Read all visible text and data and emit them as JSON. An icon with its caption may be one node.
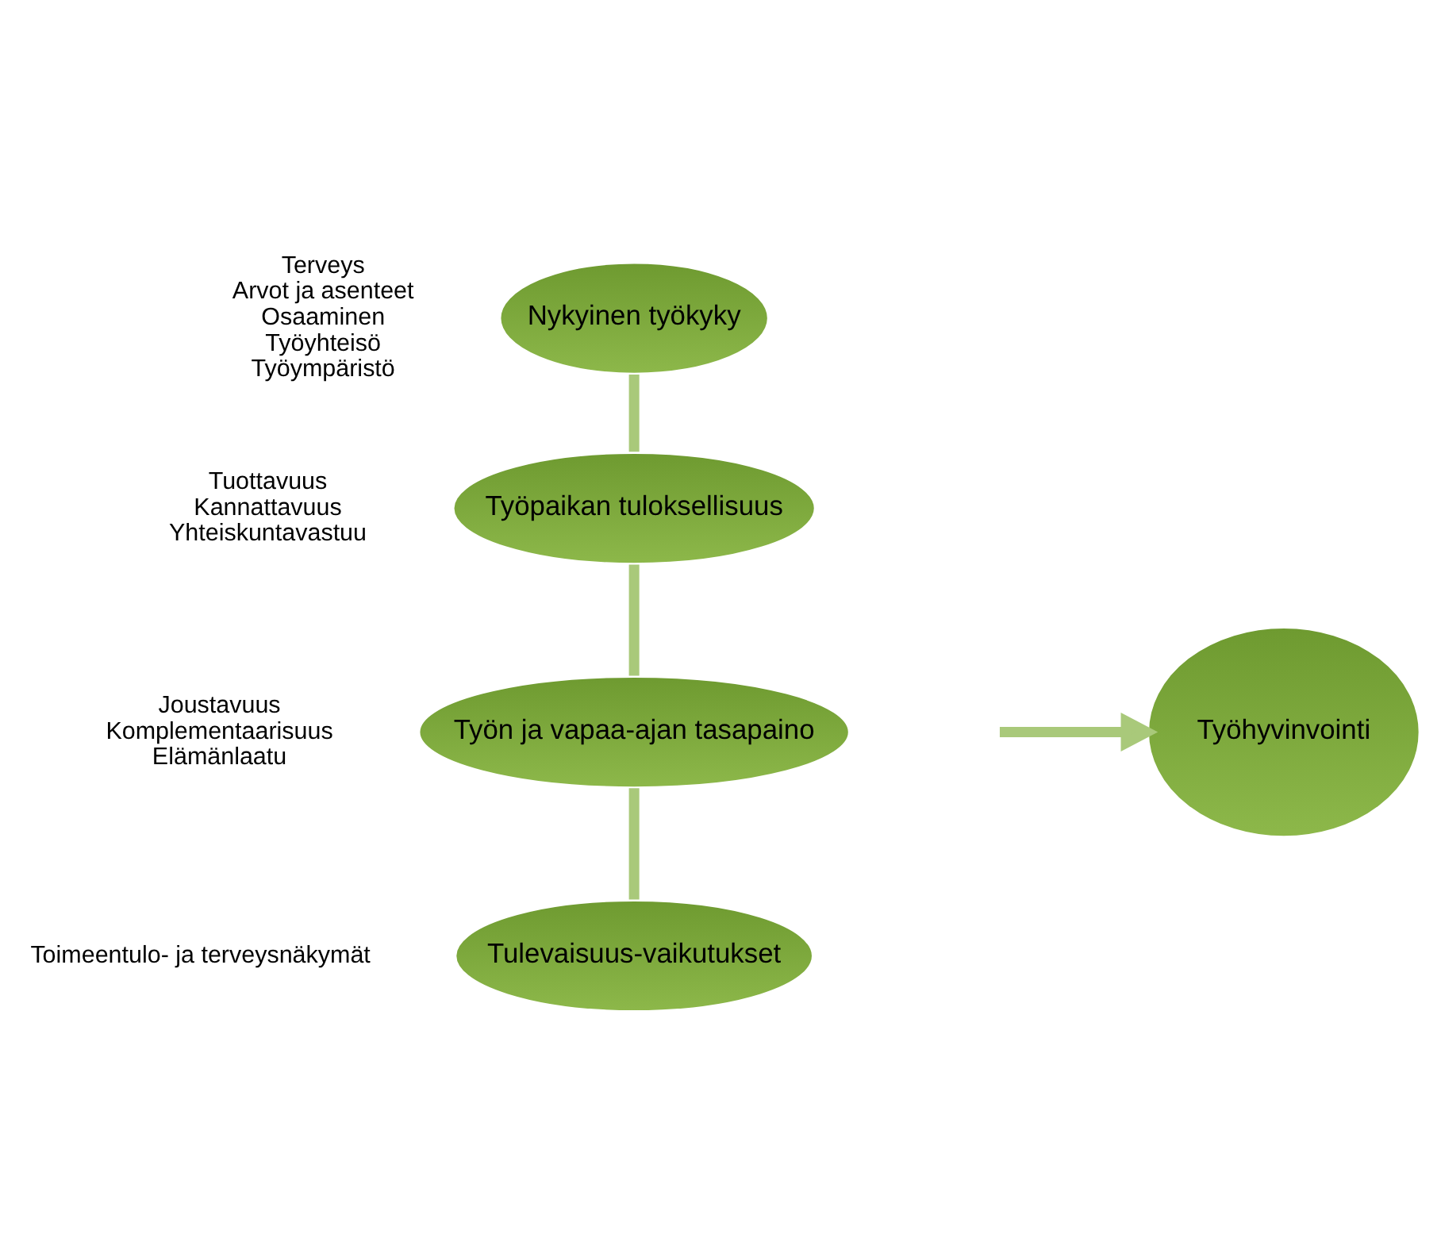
{
  "diagram": {
    "nodes": [
      {
        "text": [
          "Nykyinen työkyky"
        ],
        "beside": [
          "Terveys",
          "Arvot ja asenteet",
          "Osaaminen",
          "Työyhteisö",
          "Työympäristö"
        ]
      },
      {
        "text": [
          "Työpaikan tuloksellisuus"
        ],
        "beside": [
          "Tuottavuus",
          "Kannattavuus",
          "Yhteiskuntavastuu"
        ]
      },
      {
        "text": [
          "Työn ja vapaa-ajan tasapaino"
        ],
        "beside": [
          "Joustavuus",
          "Komplementaarisuus",
          "Elämänlaatu"
        ]
      },
      {
        "text": [
          "Tulevaisuus-vaikutukset"
        ],
        "beside": [
          "Toimeentulo- ja terveysnäkymät"
        ]
      },
      {
        "text": [
          "Työhyvinvointi"
        ]
      }
    ],
    "edges": [
      {
        "from": 0,
        "to": 1,
        "arrow": "none"
      },
      {
        "from": 1,
        "to": 2,
        "arrow": "none"
      },
      {
        "from": 2,
        "to": 3,
        "arrow": "none"
      },
      {
        "from": null,
        "to": 4,
        "arrow": "to"
      }
    ]
  }
}
